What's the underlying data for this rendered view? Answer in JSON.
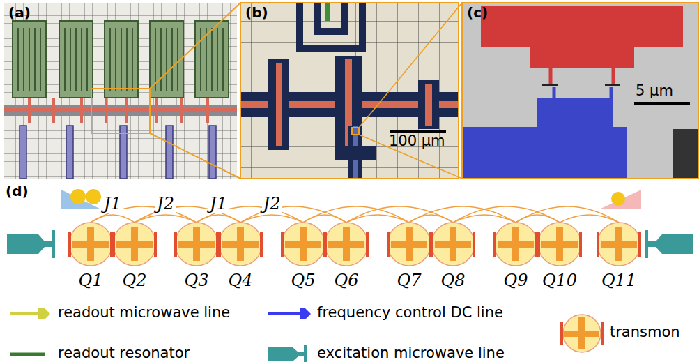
{
  "diagram": {
    "nodes": [
      {
        "text": [
          "Q1"
        ]
      },
      {
        "text": [
          "Q2"
        ]
      },
      {
        "text": [
          "Q3"
        ]
      },
      {
        "text": [
          "Q4"
        ]
      },
      {
        "text": [
          "Q5"
        ]
      },
      {
        "text": [
          "Q6"
        ]
      },
      {
        "text": [
          "Q7"
        ]
      },
      {
        "text": [
          "Q8"
        ]
      },
      {
        "text": [
          "Q9"
        ]
      },
      {
        "text": [
          "Q10"
        ]
      },
      {
        "text": [
          "Q11"
        ]
      }
    ],
    "edges": [
      {
        "from": 0,
        "to": 1,
        "arrow": "none",
        "label": "J1"
      },
      {
        "from": 1,
        "to": 2,
        "arrow": "none",
        "label": "J2"
      },
      {
        "from": 2,
        "to": 3,
        "arrow": "none",
        "label": "J1"
      },
      {
        "from": 3,
        "to": 4,
        "arrow": "none",
        "label": "J2"
      },
      {
        "from": 4,
        "to": 5,
        "arrow": "none"
      },
      {
        "from": 5,
        "to": 6,
        "arrow": "none"
      },
      {
        "from": 6,
        "to": 7,
        "arrow": "none"
      },
      {
        "from": 7,
        "to": 8,
        "arrow": "none"
      },
      {
        "from": 8,
        "to": 9,
        "arrow": "none"
      },
      {
        "from": 9,
        "to": 10,
        "arrow": "none"
      },
      {
        "from": 0,
        "to": 2,
        "arrow": "none"
      },
      {
        "from": 1,
        "to": 3,
        "arrow": "none"
      },
      {
        "from": 2,
        "to": 4,
        "arrow": "none"
      },
      {
        "from": 3,
        "to": 5,
        "arrow": "none"
      },
      {
        "from": 4,
        "to": 6,
        "arrow": "none"
      },
      {
        "from": 5,
        "to": 7,
        "arrow": "none"
      },
      {
        "from": 6,
        "to": 8,
        "arrow": "none"
      },
      {
        "from": 7,
        "to": 9,
        "arrow": "none"
      },
      {
        "from": 8,
        "to": 10,
        "arrow": "none"
      }
    ],
    "labels": [
      "(a)",
      "(b)",
      "(c)",
      "(d)",
      "100 μm",
      "5 μm"
    ],
    "legend": [
      {
        "text": "readout microwave line"
      },
      {
        "text": "frequency control DC line"
      },
      {
        "text": "readout resonator"
      },
      {
        "text": "excitation microwave line"
      },
      {
        "text": "transmon"
      }
    ]
  }
}
